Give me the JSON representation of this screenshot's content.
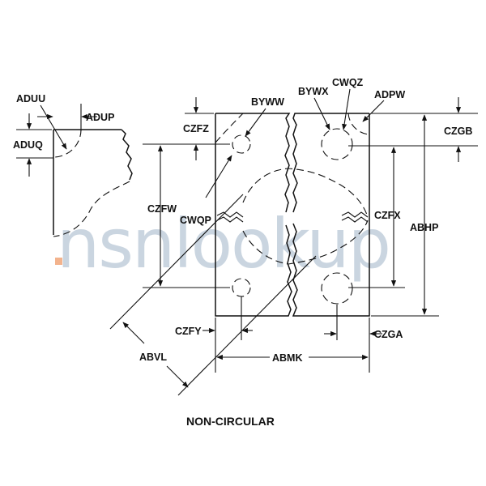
{
  "title": "NON-CIRCULAR",
  "watermark": "nsnlookup",
  "labels": {
    "aduu": "ADUU",
    "adup": "ADUP",
    "aduq": "ADUQ",
    "byww": "BYWW",
    "bywx": "BYWX",
    "cwqz": "CWQZ",
    "adpw": "ADPW",
    "czfz": "CZFZ",
    "czgb": "CZGB",
    "czfw": "CZFW",
    "cwqp": "CWQP",
    "czfx": "CZFX",
    "abhp": "ABHP",
    "czfy": "CZFY",
    "czga": "CZGA",
    "abvl": "ABVL",
    "abmk": "ABMK"
  },
  "colors": {
    "line": "#111111",
    "watermark": "#9fb4c8",
    "watermark_accent": "#f0a070"
  }
}
